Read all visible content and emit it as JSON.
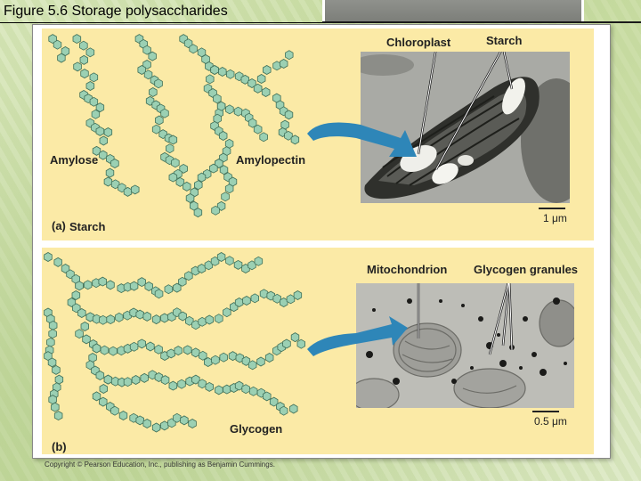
{
  "slide": {
    "title": "Figure 5.6  Storage polysaccharides"
  },
  "panel_a": {
    "letter": "(a)",
    "caption": "Starch",
    "left_label": "Amylose",
    "right_label": "Amylopectin",
    "micrograph_labels": {
      "chloroplast": "Chloroplast",
      "starch": "Starch"
    },
    "scale_bar": "1 μm"
  },
  "panel_b": {
    "letter": "(b)",
    "polymer_label": "Glycogen",
    "micrograph_labels": {
      "mitochondrion": "Mitochondrion",
      "granules": "Glycogen granules"
    },
    "scale_bar": "0.5 μm"
  },
  "footer": {
    "copyright": "Copyright © Pearson Education, Inc., publishing as Benjamin Cummings."
  },
  "colors": {
    "panel_bg": "#fbeaa6",
    "arrow": "#2e86b8",
    "glucose_fill": "#9bd0b3",
    "glucose_stroke": "#3f6f58"
  }
}
